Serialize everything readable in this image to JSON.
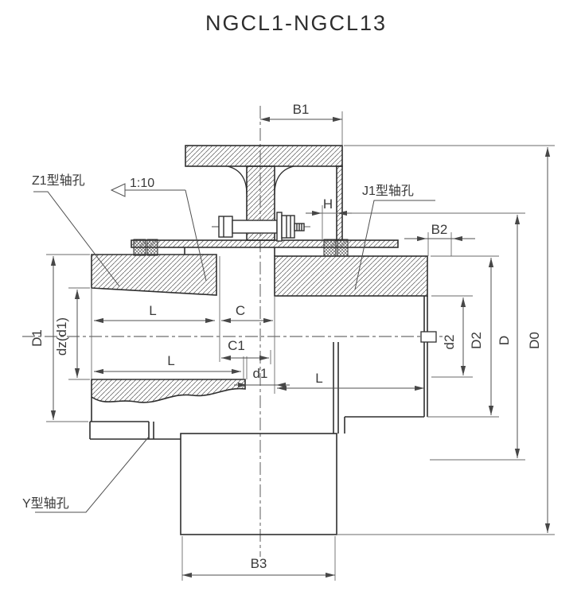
{
  "title": "NGCL1-NGCL13",
  "labels": {
    "z1_hole": "Z1型轴孔",
    "taper": "1:10",
    "j1_hole": "J1型轴孔",
    "y_hole": "Y型轴孔",
    "b1": "B1",
    "b2": "B2",
    "b3": "B3",
    "h": "H",
    "c": "C",
    "c1": "C1",
    "d1": "d1",
    "l_taper": "L",
    "l_bottom": "L",
    "l_right": "L",
    "D1": "D1",
    "dz": "dz(d1)",
    "d2": "d2",
    "D2": "D2",
    "D": "D",
    "D0": "D0"
  },
  "colors": {
    "outline": "#2f2f2f",
    "dimension": "#5f5f5f",
    "text": "#3a3a3a",
    "background": "#ffffff"
  }
}
